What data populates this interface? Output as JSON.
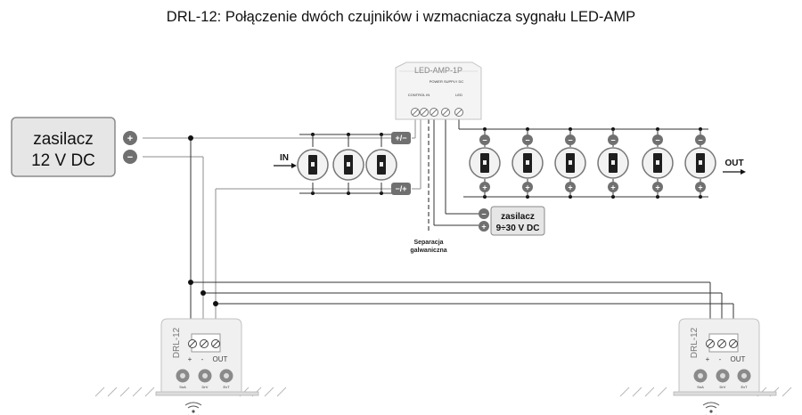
{
  "title": "DRL-12: Połączenie dwóch czujników i wzmacniacza sygnału LED-AMP",
  "psu_main": {
    "line1": "zasilacz",
    "line2": "12 V DC",
    "plus": "+",
    "minus": "−"
  },
  "in_label": "IN",
  "out_label": "OUT",
  "input_polarity": {
    "top": "+/−",
    "bottom": "−/+"
  },
  "amp": {
    "name": "LED-AMP-1P",
    "sub_top": "POWER SUPPLY DC",
    "sub_left": "CONTROL IN",
    "sub_right": "LED"
  },
  "psu_amp": {
    "line1": "zasilacz",
    "line2": "9÷30 V DC",
    "plus": "+",
    "minus": "−"
  },
  "separation": {
    "line1": "Separacja",
    "line2": "galwaniczna"
  },
  "led_symbol": {
    "plus": "+",
    "minus": "−"
  },
  "sensor": {
    "name": "DRL-12",
    "terminals": [
      "+",
      "-",
      "OUT"
    ],
    "buttons": [
      "SnA",
      "DrV",
      "ExT"
    ]
  },
  "colors": {
    "wire": "#333333",
    "wire_gray": "#8c8c8c",
    "accent": "#707070",
    "panel": "#e6e6e6"
  }
}
